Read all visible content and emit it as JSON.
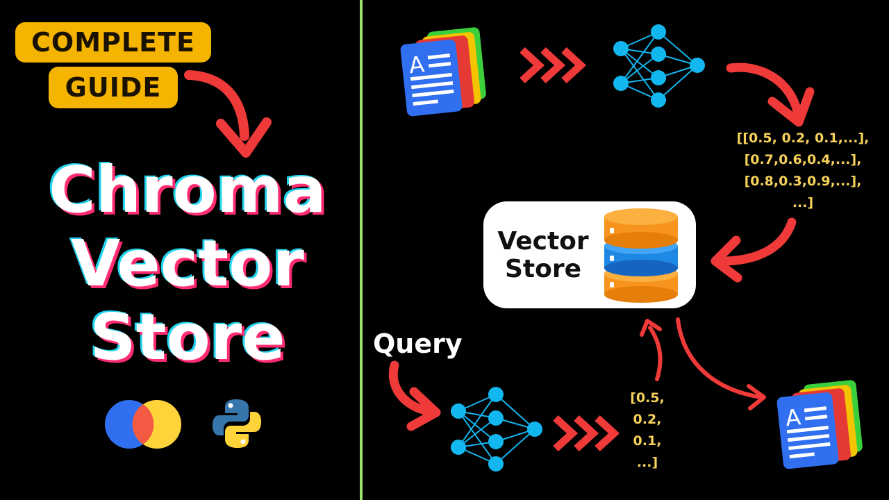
{
  "badge": {
    "line1": "COMPLETE",
    "line2": "GUIDE"
  },
  "title": {
    "line1": "Chroma",
    "line2": "Vector",
    "line3": "Store"
  },
  "vector_store": {
    "line1": "Vector",
    "line2": "Store"
  },
  "embeddings": {
    "lines": [
      "[[0.5, 0.2, 0.1,...],",
      "[0.7,0.6,0.4,...],",
      "[0.8,0.3,0.9,...],",
      "...]"
    ]
  },
  "query": {
    "label": "Query",
    "vector": [
      "[0.5,",
      "0.2,",
      "0.1,",
      "...]"
    ]
  },
  "colors": {
    "divider": "#9be36a",
    "arrow": "#f03a3a",
    "badge": "#f5b400",
    "node": "#12b7f0",
    "embedding_text": "#f7d25a",
    "db_orange": "#f7941d",
    "db_blue": "#1e88e5"
  }
}
